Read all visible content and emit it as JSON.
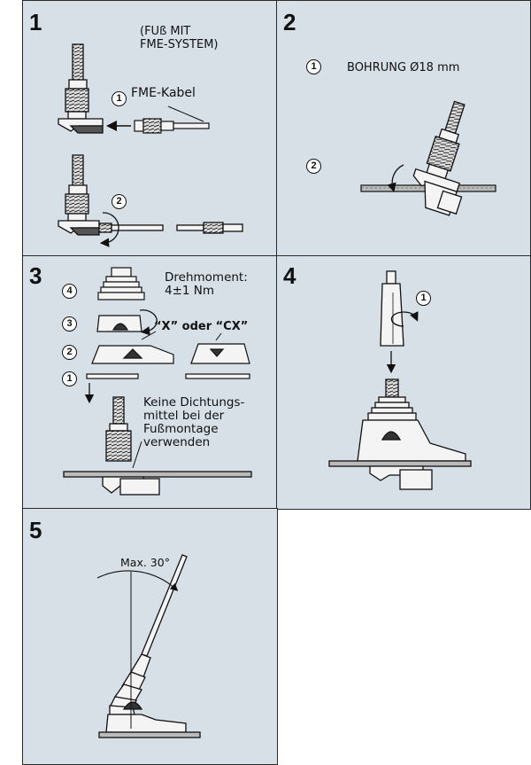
{
  "steps": {
    "s1": {
      "number": "1",
      "note": "(FUß MIT\nFME-SYSTEM)",
      "label1": "FME-Kabel",
      "c1": "1",
      "c2": "2"
    },
    "s2": {
      "number": "2",
      "c1": "1",
      "text1": "BOHRUNG Ø18 mm",
      "c2": "2"
    },
    "s3": {
      "number": "3",
      "torque": "Drehmoment:\n4±1 Nm",
      "xcx": "“X” oder “CX”",
      "warning": "Keine Dichtungs-\nmittel bei der\nFußmontage\nverwenden",
      "c1": "1",
      "c2": "2",
      "c3": "3",
      "c4": "4"
    },
    "s4": {
      "number": "4",
      "c1": "1"
    },
    "s5": {
      "number": "5",
      "angle": "Max. 30°"
    }
  },
  "colors": {
    "panel_bg": "#d7dfe7",
    "line": "#1a1a1a",
    "part_light": "#f4f4f4",
    "part_dark": "#555555"
  }
}
